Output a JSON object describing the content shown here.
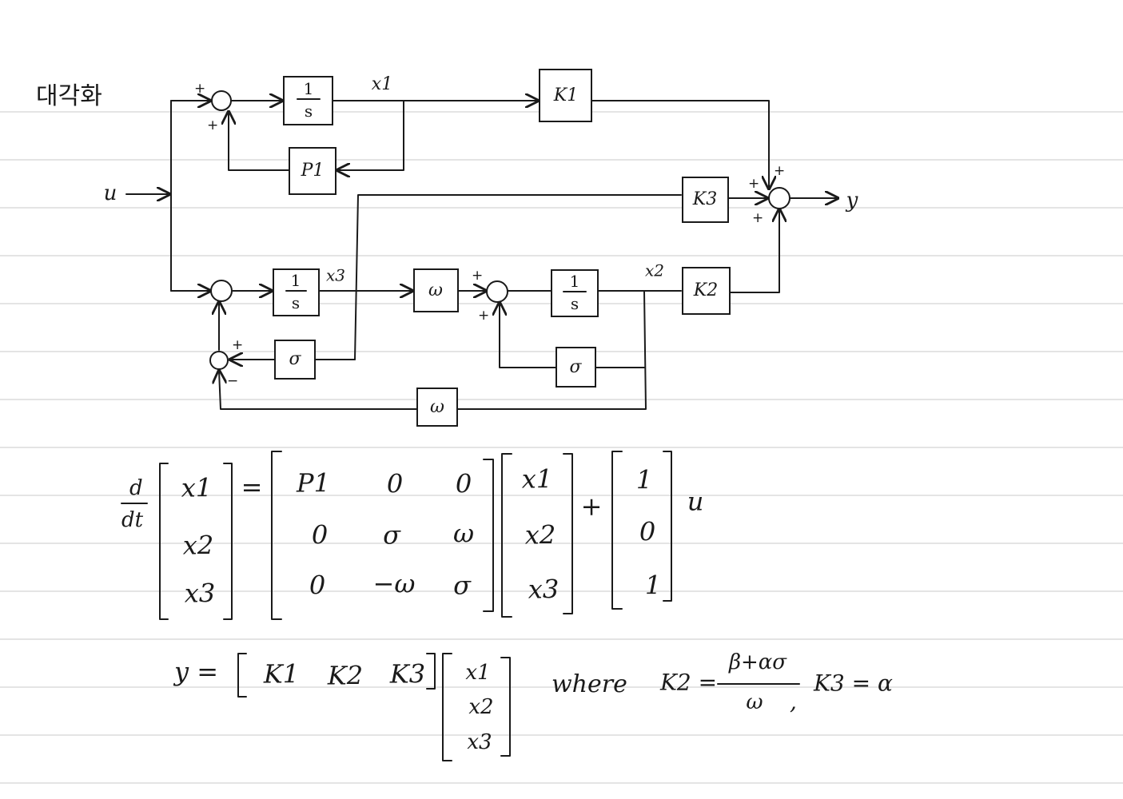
{
  "title": "대각화",
  "signals": {
    "input": "u",
    "output": "y",
    "x1": "x1",
    "x2": "x2",
    "x3": "x3"
  },
  "blocks": {
    "int_top": {
      "num": "1",
      "den": "s"
    },
    "int_mid": {
      "num": "1",
      "den": "s"
    },
    "int_right": {
      "num": "1",
      "den": "s"
    },
    "p1": "P1",
    "k1": "K1",
    "k2": "K2",
    "k3": "K3",
    "omega_fwd": "ω",
    "omega_fb": "ω",
    "sigma_left": "σ",
    "sigma_right": "σ"
  },
  "signs": {
    "plus": "+",
    "minus": "−"
  },
  "state_equation": {
    "derivative": {
      "num": "d",
      "den": "dt"
    },
    "state": [
      "x1",
      "x2",
      "x3"
    ],
    "equals": "=",
    "A": [
      [
        "P1",
        "0",
        "0"
      ],
      [
        "0",
        "σ",
        "ω"
      ],
      [
        "0",
        "−ω",
        "σ"
      ]
    ],
    "plus": "+",
    "B": [
      "1",
      "0",
      "1"
    ],
    "input": "u"
  },
  "output_equation": {
    "lhs": "y =",
    "C": [
      "K1",
      "K2",
      "K3"
    ],
    "state": [
      "x1",
      "x2",
      "x3"
    ],
    "where": "where",
    "k2_lhs": "K2 =",
    "k2_num": "β+ασ",
    "k2_den": "ω",
    "comma": ",",
    "k3_def": "K3 = α"
  }
}
